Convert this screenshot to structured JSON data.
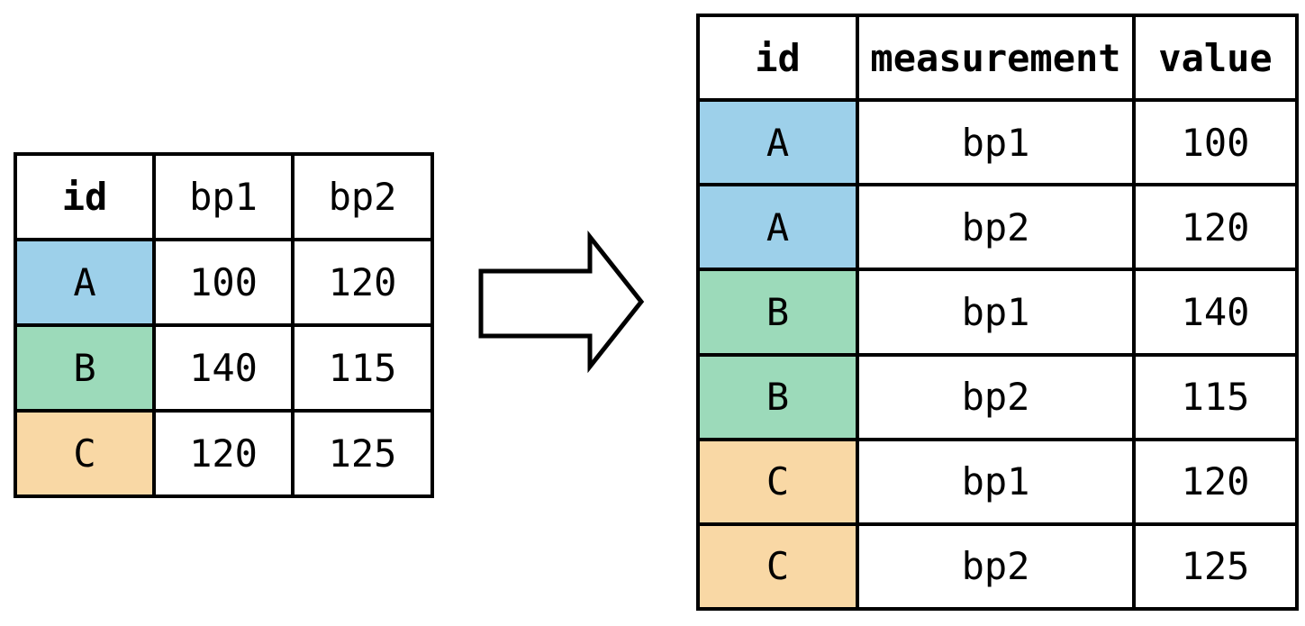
{
  "colors": {
    "a_blue": "#9DD0EA",
    "b_green": "#9CDABA",
    "c_orange": "#F9D8A5",
    "border_black": "#000000",
    "canvas_bg": "#FFFFFF"
  },
  "wide_table": {
    "headers": [
      "id",
      "bp1",
      "bp2"
    ],
    "rows": [
      {
        "id": "A",
        "bp1": "100",
        "bp2": "120"
      },
      {
        "id": "B",
        "bp1": "140",
        "bp2": "115"
      },
      {
        "id": "C",
        "bp1": "120",
        "bp2": "125"
      }
    ]
  },
  "long_table": {
    "headers": [
      "id",
      "measurement",
      "value"
    ],
    "rows": [
      {
        "id": "A",
        "measurement": "bp1",
        "value": "100"
      },
      {
        "id": "A",
        "measurement": "bp2",
        "value": "120"
      },
      {
        "id": "B",
        "measurement": "bp1",
        "value": "140"
      },
      {
        "id": "B",
        "measurement": "bp2",
        "value": "115"
      },
      {
        "id": "C",
        "measurement": "bp1",
        "value": "120"
      },
      {
        "id": "C",
        "measurement": "bp2",
        "value": "125"
      }
    ]
  }
}
